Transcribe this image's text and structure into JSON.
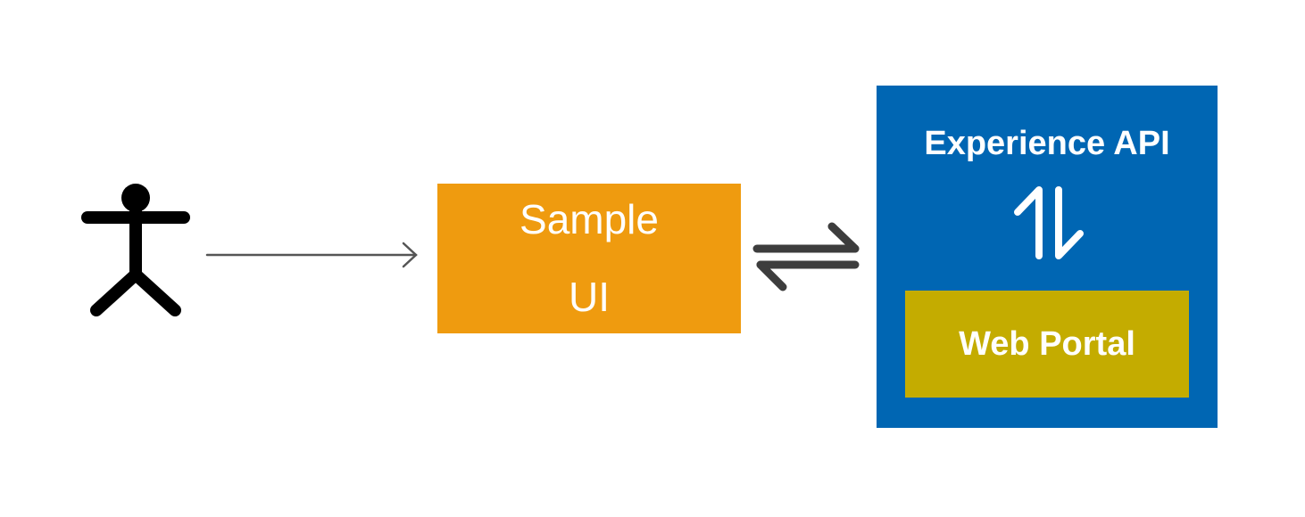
{
  "colors": {
    "actor": "#000000",
    "arrow": "#555555",
    "swap_arrow": "#3d3d3d",
    "sample_ui_bg": "#ef9b0f",
    "experience_api_bg": "#0066b3",
    "web_portal_bg": "#c4ac00",
    "text": "#ffffff"
  },
  "nodes": {
    "actor": {
      "icon": "stick-figure-icon"
    },
    "sample_ui": {
      "line1": "Sample",
      "line2": "UI"
    },
    "experience_api": {
      "title": "Experience API",
      "icon": "up-down-arrows-icon"
    },
    "web_portal": {
      "label": "Web Portal"
    }
  },
  "edges": [
    {
      "from": "actor",
      "to": "sample_ui",
      "type": "one-way"
    },
    {
      "from": "sample_ui",
      "to": "experience_api",
      "type": "bidirectional"
    },
    {
      "from": "experience_api",
      "to": "web_portal",
      "type": "bidirectional"
    }
  ]
}
